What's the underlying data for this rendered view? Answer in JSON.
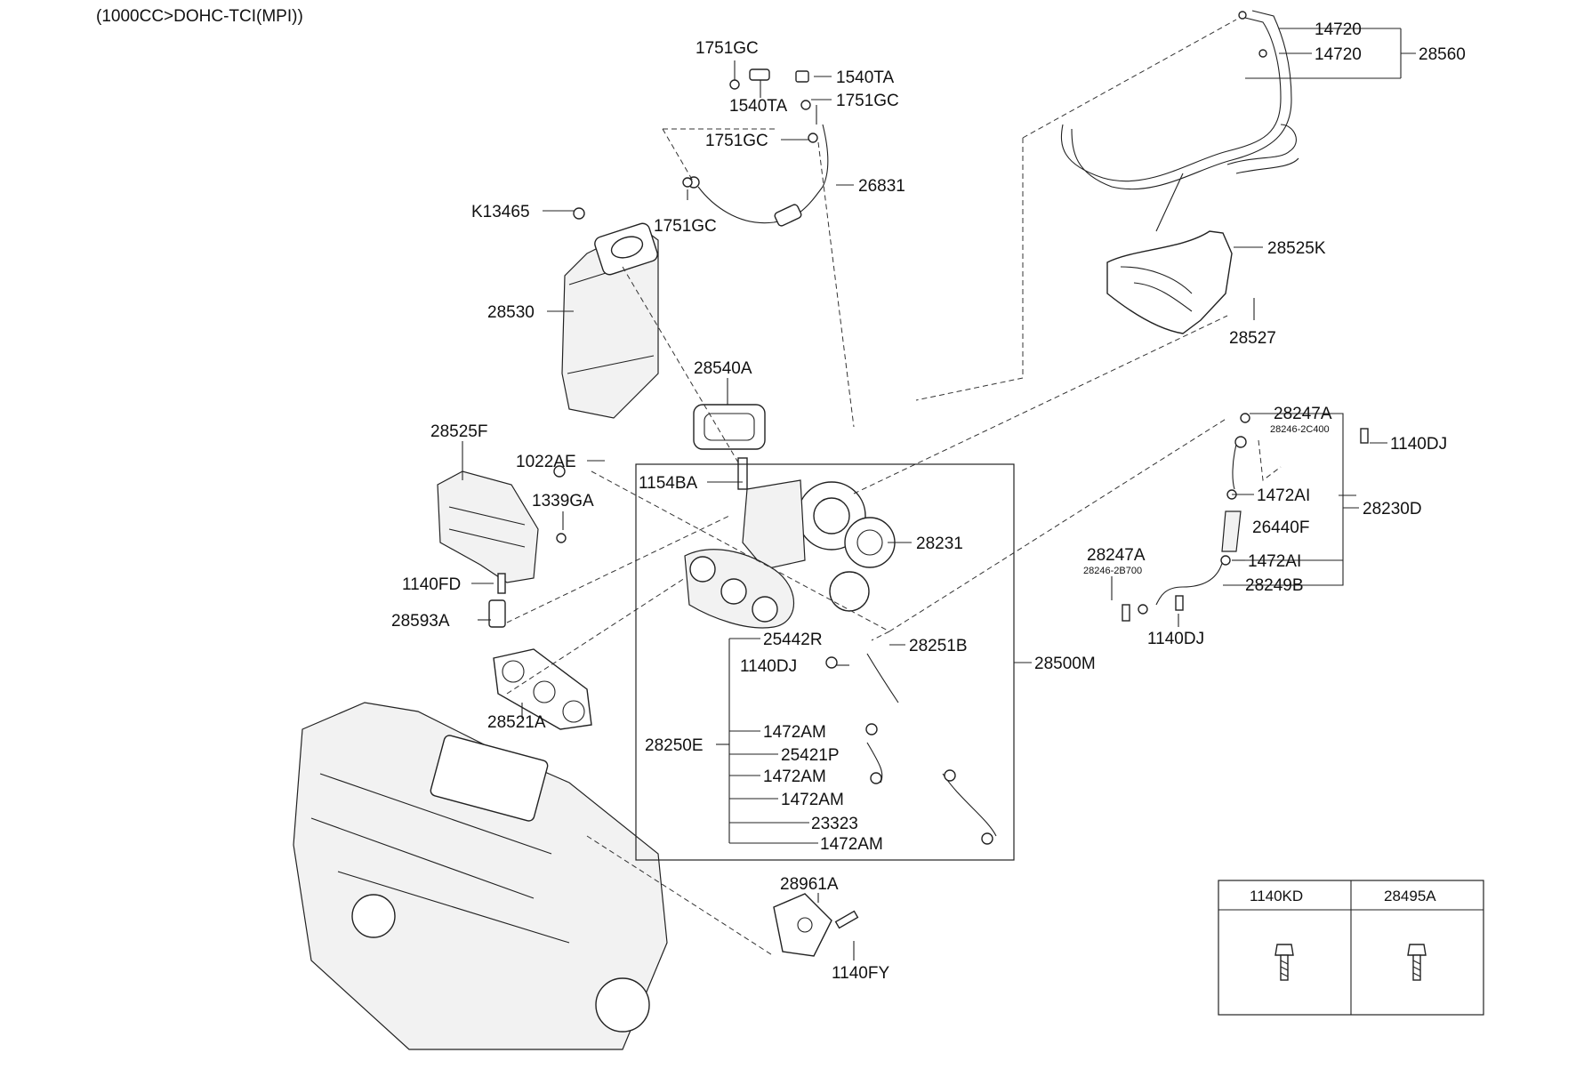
{
  "title": "(1000CC>DOHC-TCI(MPI))",
  "labels": {
    "p1751GC_a": "1751GC",
    "p1540TA_a": "1540TA",
    "p1540TA_b": "1540TA",
    "p1751GC_b": "1751GC",
    "p1751GC_c": "1751GC",
    "p26831": "26831",
    "pK13465": "K13465",
    "p1751GC_d": "1751GC",
    "p28530": "28530",
    "p28540A": "28540A",
    "p28525F": "28525F",
    "p1022AE": "1022AE",
    "p1339GA": "1339GA",
    "p1154BA": "1154BA",
    "p28231": "28231",
    "p1140FD": "1140FD",
    "p28593A": "28593A",
    "p25442R": "25442R",
    "p28251B": "28251B",
    "p1140DJ_a": "1140DJ",
    "p28500M": "28500M",
    "p28521A": "28521A",
    "p1472AM_a": "1472AM",
    "p28250E": "28250E",
    "p25421P": "25421P",
    "p1472AM_b": "1472AM",
    "p1472AM_c": "1472AM",
    "p23323": "23323",
    "p1472AM_d": "1472AM",
    "p28961A": "28961A",
    "p1140FY": "1140FY",
    "p14720_a": "14720",
    "p14720_b": "14720",
    "p28560": "28560",
    "p28525K": "28525K",
    "p28527": "28527",
    "p28247A_a": "28247A",
    "p28246_2C400": "28246-2C400",
    "p1140DJ_b": "1140DJ",
    "p1472AI_a": "1472AI",
    "p28230D": "28230D",
    "p26440F": "26440F",
    "p28247A_b": "28247A",
    "p28246_2B700": "28246-2B700",
    "p1472AI_b": "1472AI",
    "p28249B": "28249B",
    "p1140DJ_c": "1140DJ"
  },
  "legend_table": {
    "col1": "1140KD",
    "col2": "28495A"
  }
}
